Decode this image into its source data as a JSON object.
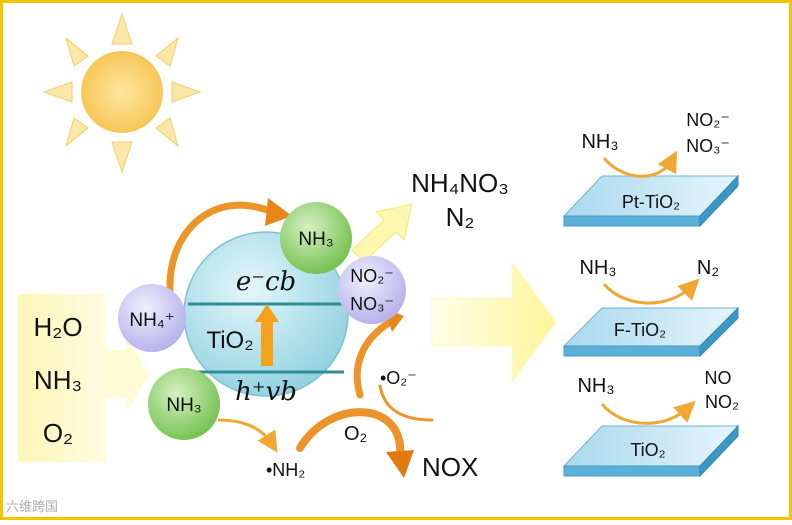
{
  "colors": {
    "frame": "#f5c400",
    "sun": "#fbd26a",
    "arrow_orange": "#e8861a",
    "panel_blue": "#bfe3f3",
    "sphere": "#b9e6ef",
    "green": "#8fce6b",
    "purple": "#c9c3f0"
  },
  "inputs": {
    "h2o": "H₂O",
    "nh3": "NH₃",
    "o2": "O₂"
  },
  "catalyst": {
    "label": "TiO₂",
    "electron": "e⁻cb",
    "hole": "h⁺vb"
  },
  "species": {
    "nh4": "NH₄⁺",
    "nh3_top": "NH₃",
    "nh3_bottom": "NH₃",
    "no2": "NO₂⁻",
    "no3": "NO₃⁻",
    "superoxide": "•O₂⁻",
    "nh2": "•NH₂",
    "o2": "O₂",
    "nox": "NOX"
  },
  "products": {
    "line1": "NH₄NO₃",
    "line2": "N₂"
  },
  "panels": [
    {
      "label": "Pt-TiO₂",
      "reactant": "NH₃",
      "products": [
        "NO₂⁻",
        "NO₃⁻"
      ]
    },
    {
      "label": "F-TiO₂",
      "reactant": "NH₃",
      "products": [
        "N₂"
      ]
    },
    {
      "label": "TiO₂",
      "reactant": "NH₃",
      "products": [
        "NO",
        "NO₂"
      ]
    }
  ],
  "watermark": "六维跨国"
}
